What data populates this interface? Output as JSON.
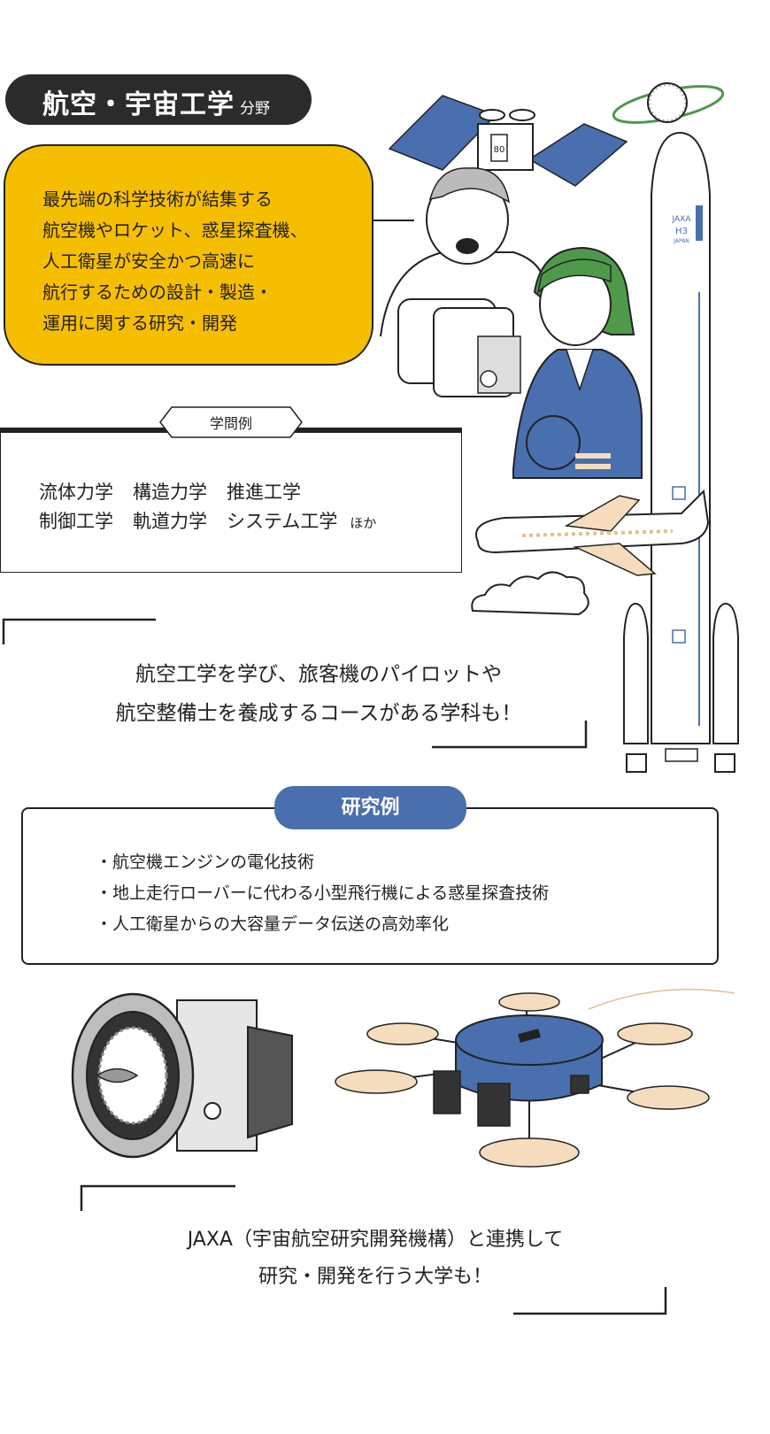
{
  "header": {
    "title": "航空・宇宙工学",
    "title_suffix": "分野"
  },
  "intro_bubble": {
    "lines": [
      "最先端の科学技術が結集する",
      "航空機やロケット、惑星探査機、",
      "人工衛星が安全かつ高速に",
      "航行するための設計・製造・",
      "運用に関する研究・開発"
    ]
  },
  "fields": {
    "label": "学問例",
    "row1": [
      "流体力学",
      "構造力学",
      "推進工学"
    ],
    "row2": [
      "制御工学",
      "軌道力学",
      "システム工学"
    ],
    "suffix": "ほか"
  },
  "quote1": {
    "lines": [
      "航空工学を学び、旅客機のパイロットや",
      "航空整備士を養成するコースがある学科も！"
    ]
  },
  "research": {
    "label": "研究例",
    "items": [
      "・航空機エンジンの電化技術",
      "・地上走行ローバーに代わる小型飛行機による惑星探査技術",
      "・人工衛星からの大容量データ伝送の高効率化"
    ]
  },
  "quote2": {
    "lines": [
      "JAXA（宇宙航空研究開発機構）と連携して",
      "研究・開発を行う大学も！"
    ]
  },
  "rocket": {
    "text_line1": "JAXA",
    "text_line2": "H3",
    "text_line3": "JAPAN"
  },
  "satellite": {
    "label": "80"
  },
  "colors": {
    "accent_yellow": "#f6be00",
    "accent_blue": "#4a6fae",
    "dark": "#2b2b2b",
    "green": "#4e9a4a",
    "beige": "#f5dcbc"
  },
  "icons": [
    "satellite-icon",
    "planet-icon",
    "astronaut-icon",
    "pilot-icon",
    "rocket-icon",
    "airplane-icon",
    "cloud-icon",
    "jet-engine-icon",
    "drone-icon"
  ]
}
